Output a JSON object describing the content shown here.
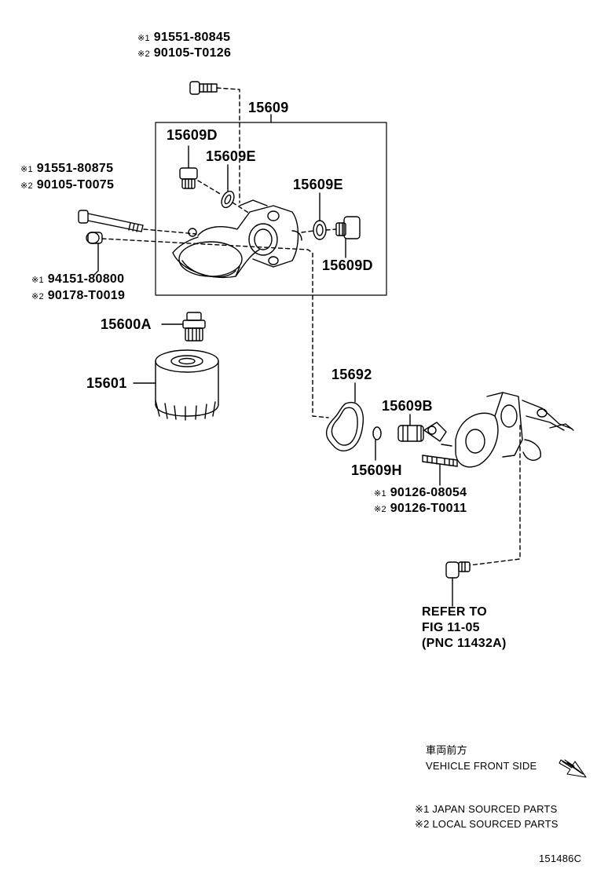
{
  "labels": {
    "bolt_top_1": "91551-80845",
    "bolt_top_2": "90105-T0126",
    "bolt_long_1": "91551-80875",
    "bolt_long_2": "90105-T0075",
    "bolt_short_1": "94151-80800",
    "bolt_short_2": "90178-T0019",
    "stud_1": "90126-08054",
    "stud_2": "90126-T0011",
    "mark_1": "※1",
    "mark_2": "※2",
    "p15609": "15609",
    "p15609D_top": "15609D",
    "p15609E_top": "15609E",
    "p15609E_right": "15609E",
    "p15609D_right": "15609D",
    "p15600A": "15600A",
    "p15601": "15601",
    "p15692": "15692",
    "p15609B": "15609B",
    "p15609H": "15609H",
    "refer_line1": "REFER TO",
    "refer_line2": "FIG 11-05",
    "refer_line3": "(PNC 11432A)",
    "front_jp": "車両前方",
    "front_en": "VEHICLE FRONT SIDE",
    "legend_1": "※1 JAPAN SOURCED PARTS",
    "legend_2": "※2 LOCAL SOURCED PARTS",
    "figure_code": "151486C"
  },
  "icons": {
    "front_arrow": "direction-arrow-icon"
  }
}
